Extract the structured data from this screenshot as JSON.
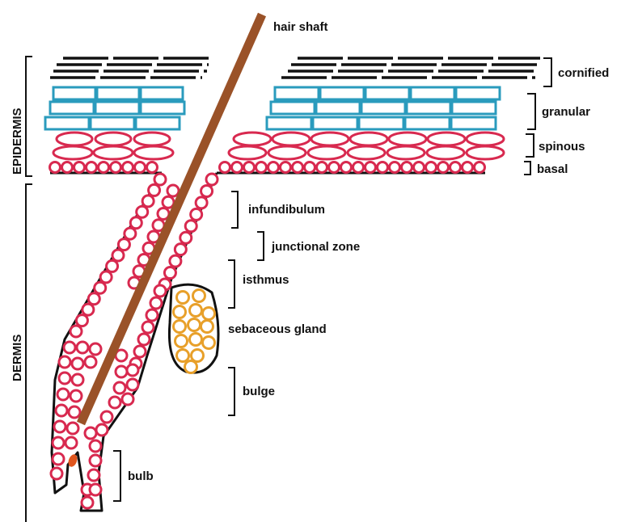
{
  "labels": {
    "hair_shaft": "hair shaft",
    "cornified": "cornified",
    "granular": "granular",
    "spinous": "spinous",
    "basal": "basal",
    "infundibulum": "infundibulum",
    "junctional_zone": "junctional zone",
    "isthmus": "isthmus",
    "sebaceous_gland": "sebaceous gland",
    "bulge": "bulge",
    "bulb": "bulb",
    "epidermis": "EPIDERMIS",
    "dermis": "DERMIS"
  },
  "colors": {
    "cornified": "#111111",
    "granular": "#2a9bbd",
    "cells": "#d8294f",
    "hair_shaft": "#9a5228",
    "sebaceous": "#e8a02a",
    "papilla": "#e0561e",
    "outline": "#111111"
  }
}
